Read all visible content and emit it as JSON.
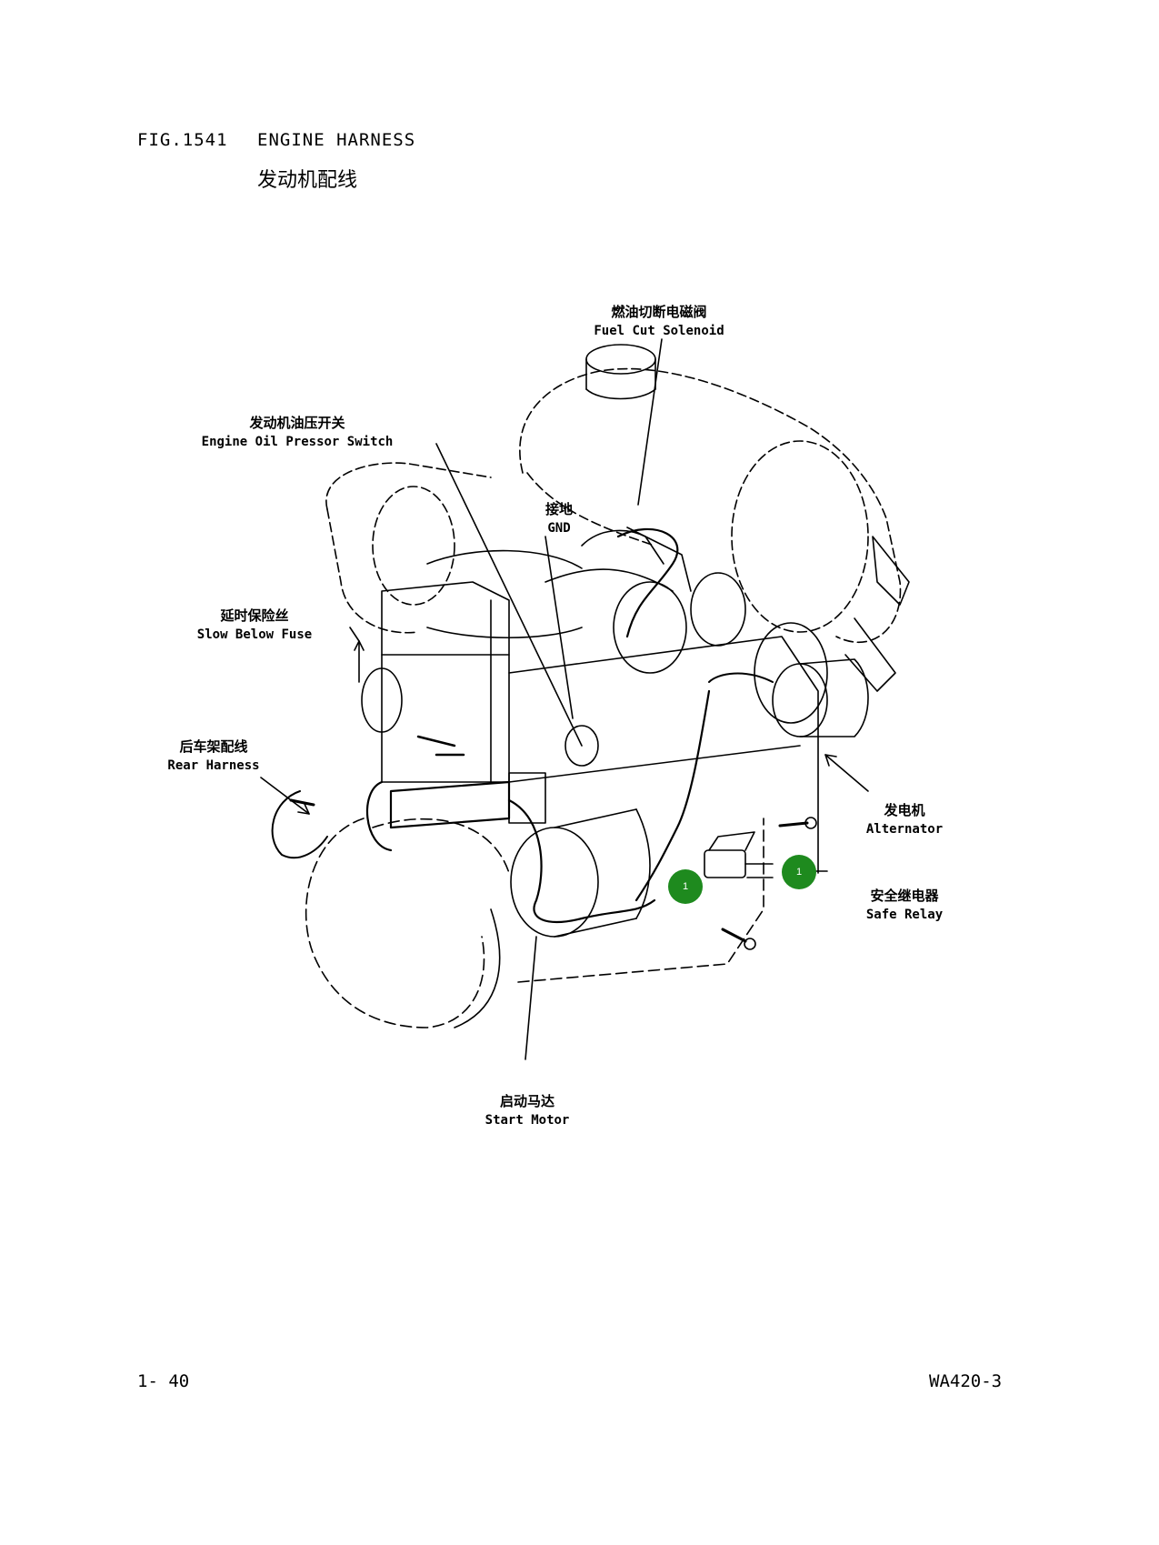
{
  "header": {
    "fig_number": "FIG.1541",
    "title_en": "ENGINE HARNESS",
    "title_cn": "发动机配线"
  },
  "labels": {
    "fuel_cut": {
      "cn": "燃油切断电磁阀",
      "en": "Fuel Cut Solenoid"
    },
    "oil_switch": {
      "cn": "发动机油压开关",
      "en": "Engine Oil Pressor Switch"
    },
    "gnd": {
      "cn": "接地",
      "en": "GND"
    },
    "slow_fuse": {
      "cn": "延时保险丝",
      "en": "Slow Below Fuse"
    },
    "rear_harness": {
      "cn": "后车架配线",
      "en": "Rear Harness"
    },
    "alternator": {
      "cn": "发电机",
      "en": "Alternator"
    },
    "safe_relay": {
      "cn": "安全继电器",
      "en": "Safe Relay"
    },
    "start_motor": {
      "cn": "启动马达",
      "en": "Start Motor"
    }
  },
  "callouts": [
    {
      "number": "1",
      "color": "#1e8a1e"
    },
    {
      "number": "1",
      "color": "#1e8a1e"
    }
  ],
  "footer": {
    "page": "1- 40",
    "model": "WA420-3"
  }
}
